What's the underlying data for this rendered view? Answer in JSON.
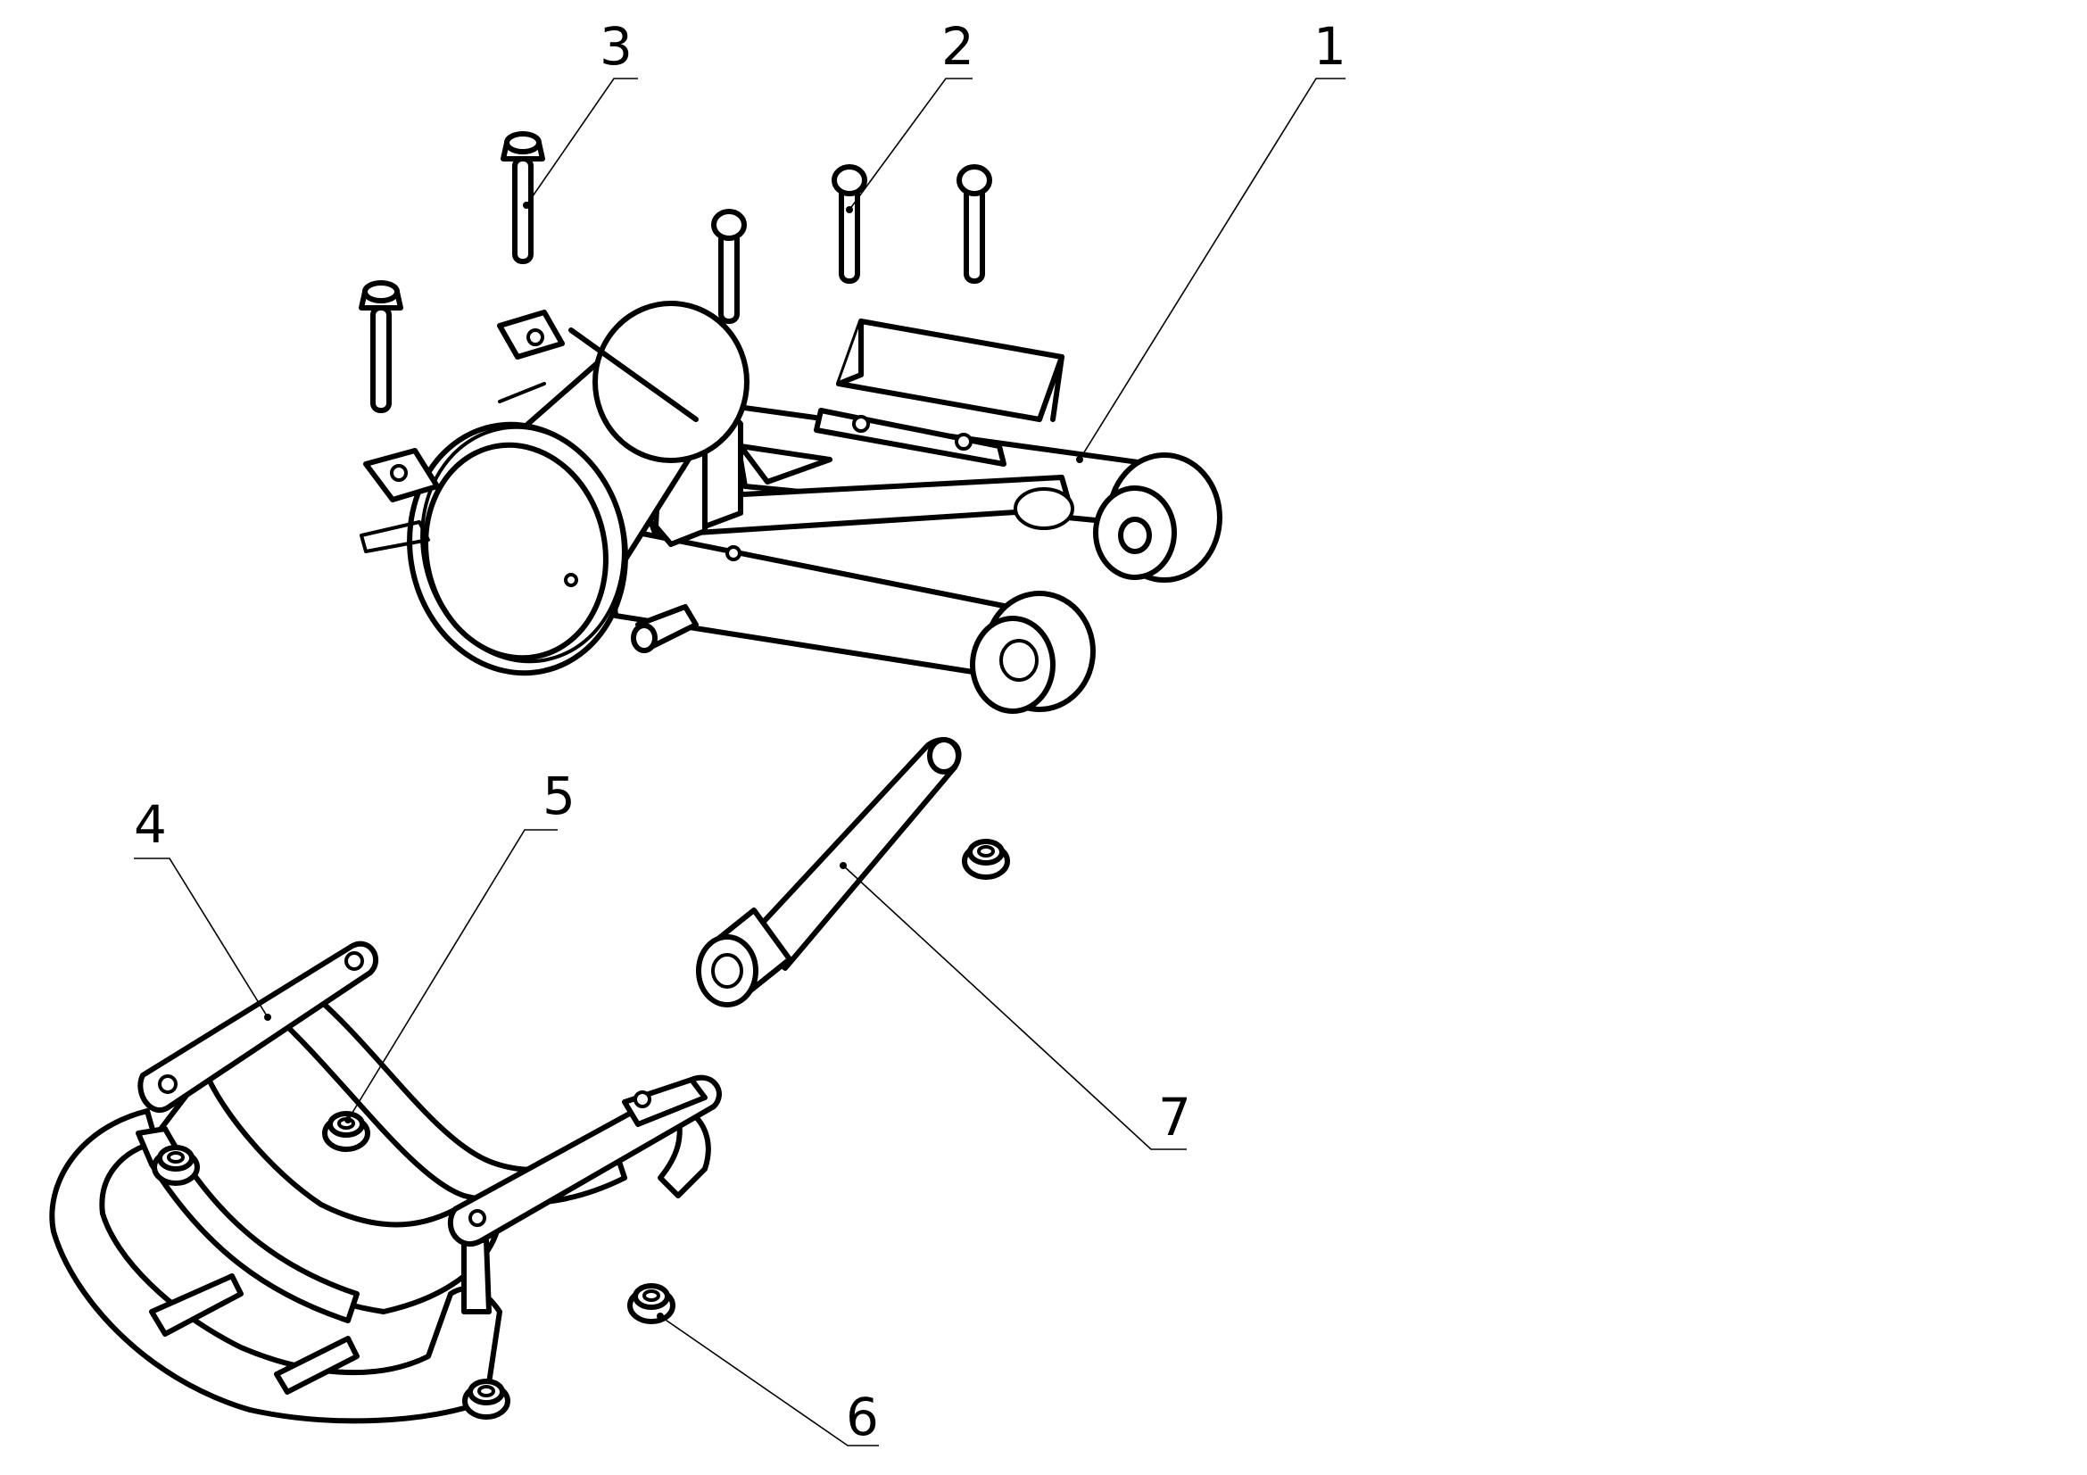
{
  "colors": {
    "line": "#000000",
    "background": "#ffffff"
  },
  "callouts": {
    "c1": "1",
    "c2": "2",
    "c3": "3",
    "c4": "4",
    "c5": "5",
    "c6": "6",
    "c7": "7"
  }
}
